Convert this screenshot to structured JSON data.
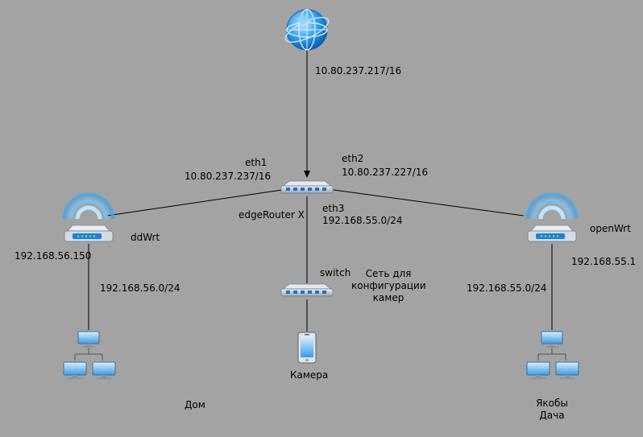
{
  "internet": {
    "ip": "10.80.237.217/16"
  },
  "edge_router": {
    "name": "edgeRouter X",
    "eth1": {
      "name": "eth1",
      "ip": "10.80.237.237/16"
    },
    "eth2": {
      "name": "eth2",
      "ip": "10.80.237.227/16"
    },
    "eth3": {
      "name": "eth3",
      "ip": "192.168.55.0/24"
    }
  },
  "ddwrt": {
    "name": "ddWrt",
    "ip": "192.168.56.150",
    "subnet": "192.168.56.0/24",
    "site": "Дом"
  },
  "openwrt": {
    "name": "openWrt",
    "ip": "192.168.55.1",
    "subnet": "192.168.55.0/24",
    "site_line1": "Якобы",
    "site_line2": "Дача"
  },
  "switch": {
    "name": "switch",
    "note_line1": "Сеть для",
    "note_line2": "конфигурации",
    "note_line3": "камер"
  },
  "camera": {
    "name": "Камера"
  },
  "colors": {
    "background": "#a3a3a3",
    "device": "#1e90ff",
    "device_light": "#6fc3ff",
    "router_body": "#cfd6dc"
  }
}
